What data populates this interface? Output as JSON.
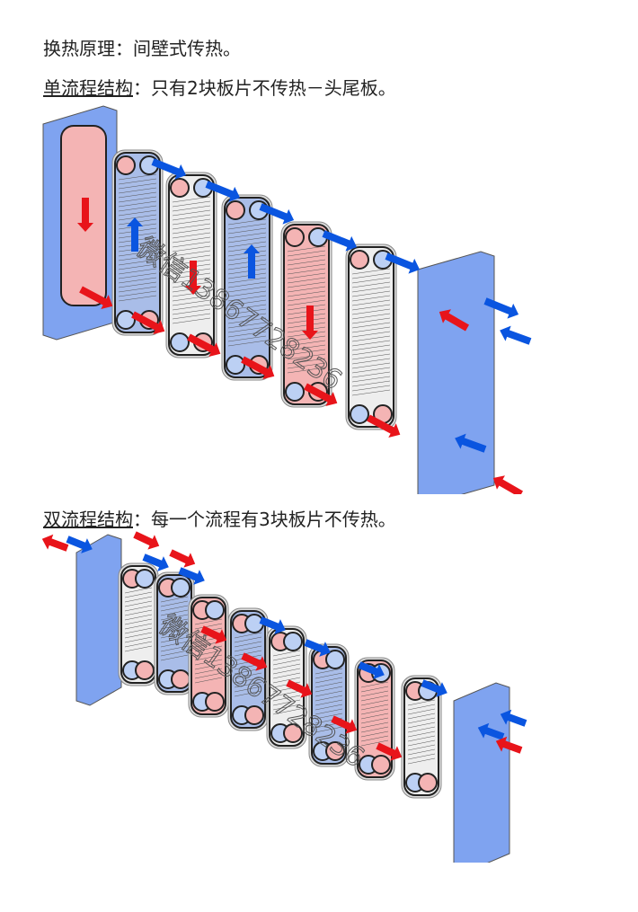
{
  "principle": {
    "label": "换热原理：",
    "text": "间壁式传热。"
  },
  "single_pass": {
    "label": "单流程结构",
    "text": "：只有2块板片不传热－头尾板。"
  },
  "double_pass": {
    "label": "双流程结构",
    "text": "：每一个流程有3块板片不传热。"
  },
  "watermark": "微信13867728236",
  "colors": {
    "hot": "#e8141a",
    "cold": "#0a55e0",
    "hot_plate": "#f4b4b4",
    "cold_plate": "#a9bde8",
    "frame": "#7fa3f0",
    "neutral_plate": "#eeeeee"
  }
}
